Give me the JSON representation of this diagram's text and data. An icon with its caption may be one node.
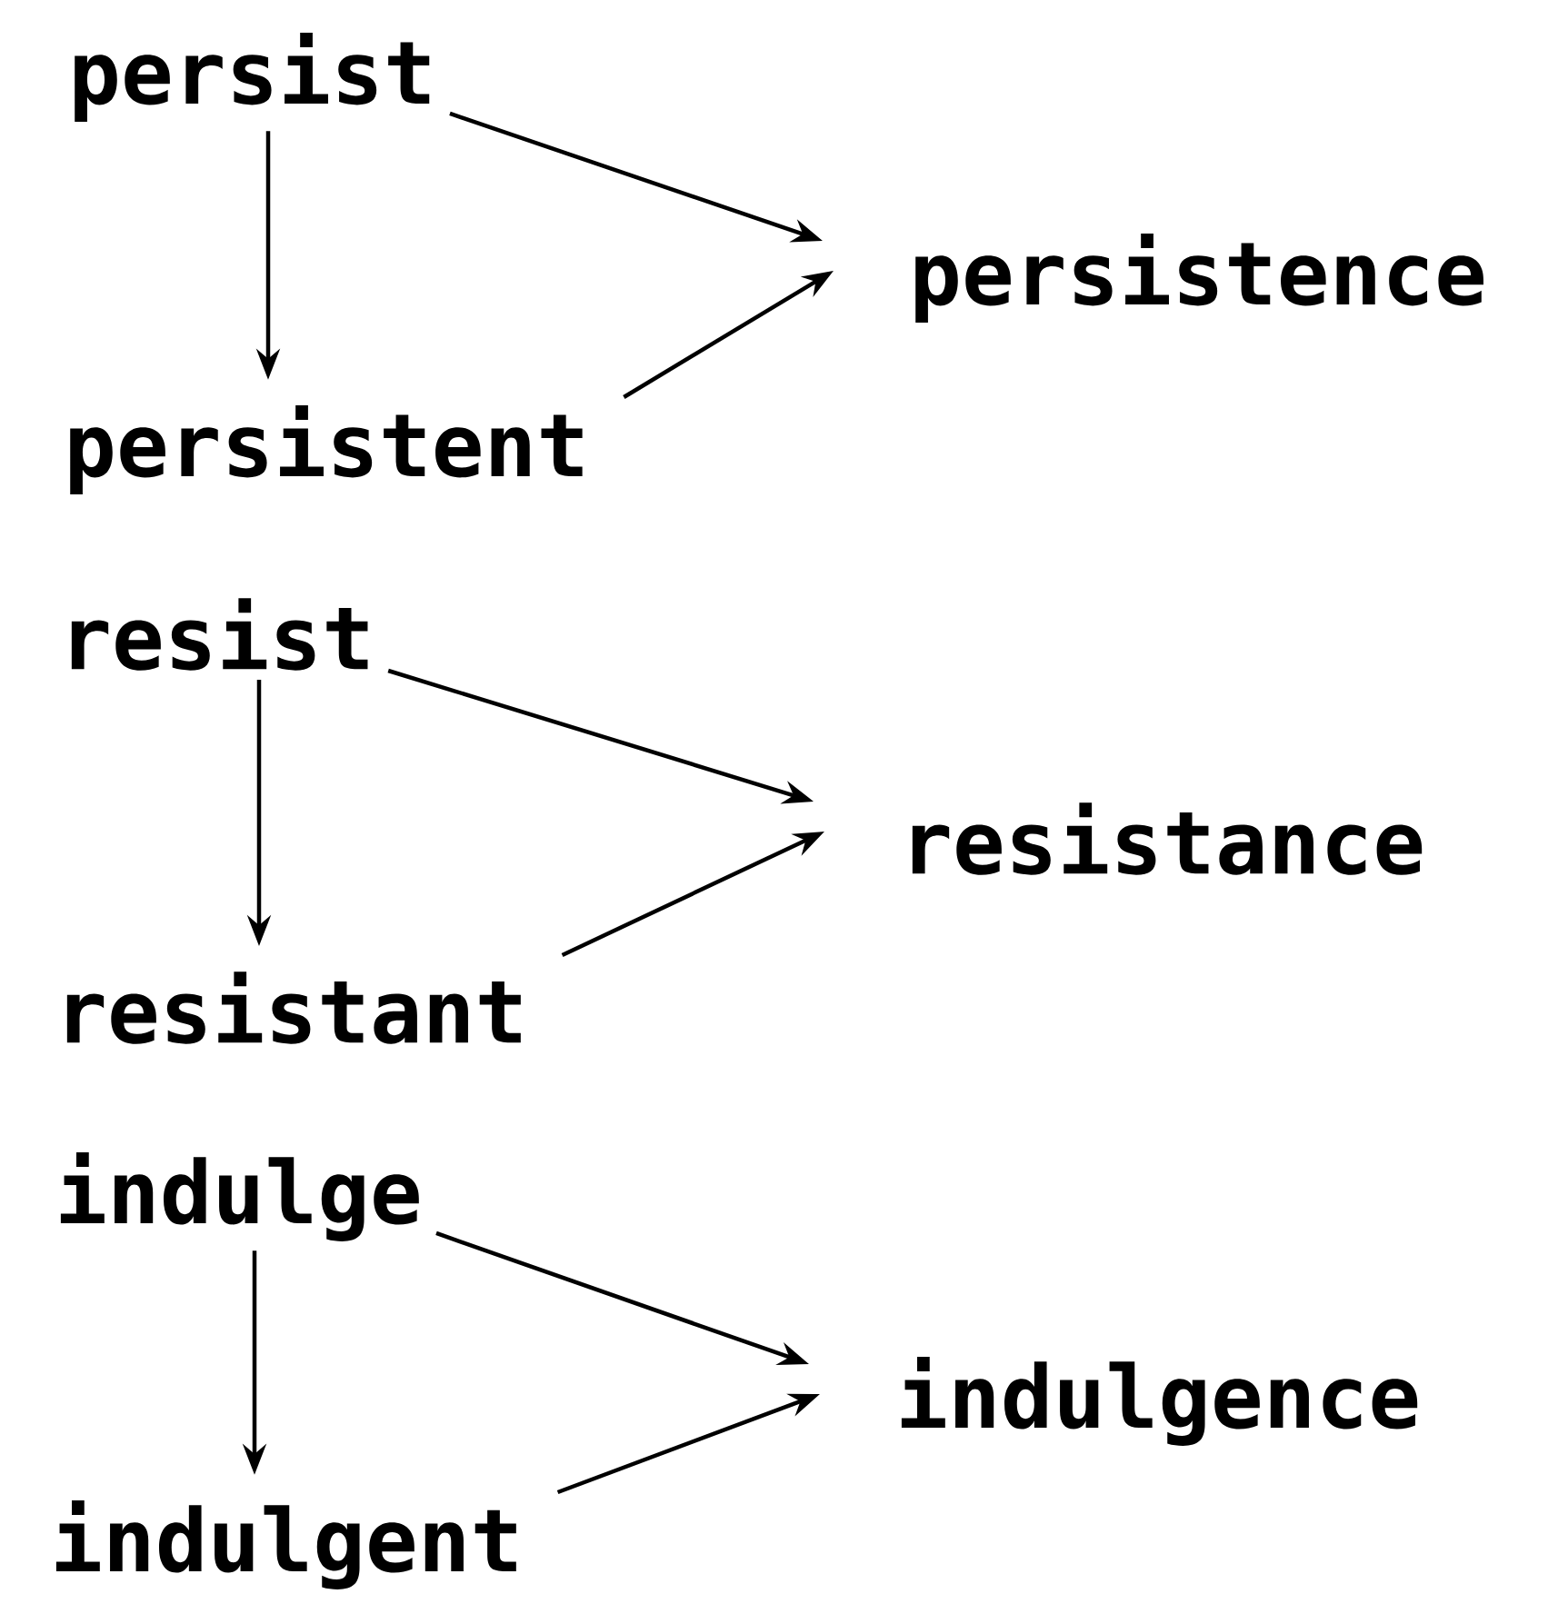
{
  "diagram": {
    "nodes": [
      {
        "text": [
          "persist"
        ]
      },
      {
        "text": [
          "persistent"
        ]
      },
      {
        "text": [
          "persistence"
        ]
      },
      {
        "text": [
          "resist"
        ]
      },
      {
        "text": [
          "resistant"
        ]
      },
      {
        "text": [
          "resistance"
        ]
      },
      {
        "text": [
          "indulge"
        ]
      },
      {
        "text": [
          "indulgent"
        ]
      },
      {
        "text": [
          "indulgence"
        ]
      }
    ],
    "edges": [
      {
        "from": 0,
        "to": 1,
        "arrow": "to"
      },
      {
        "from": 0,
        "to": 2,
        "arrow": "to"
      },
      {
        "from": 1,
        "to": 2,
        "arrow": "to"
      },
      {
        "from": 3,
        "to": 4,
        "arrow": "to"
      },
      {
        "from": 3,
        "to": 5,
        "arrow": "to"
      },
      {
        "from": 4,
        "to": 5,
        "arrow": "to"
      },
      {
        "from": 6,
        "to": 7,
        "arrow": "to"
      },
      {
        "from": 6,
        "to": 8,
        "arrow": "to"
      },
      {
        "from": 7,
        "to": 8,
        "arrow": "to"
      }
    ]
  }
}
